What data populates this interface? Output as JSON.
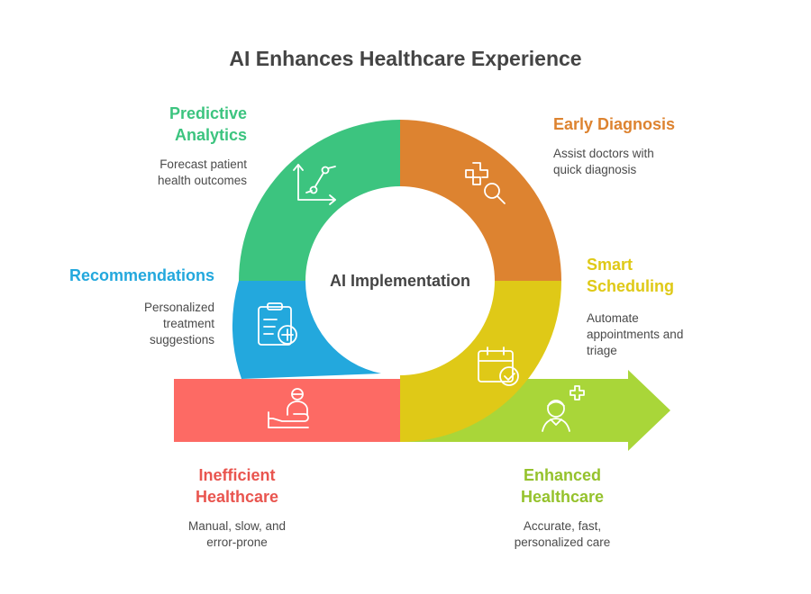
{
  "title": "AI Enhances Healthcare Experience",
  "center_label": "AI Implementation",
  "colors": {
    "predictive": "#3cc47f",
    "diagnosis": "#dd8330",
    "recommendations": "#23a8dd",
    "scheduling": "#dfc917",
    "inefficient": "#fd6a64",
    "enhanced": "#a9d639",
    "title": "#444444"
  },
  "segments": {
    "predictive": {
      "title": "Predictive\nAnalytics",
      "desc": "Forecast patient\nhealth outcomes",
      "icon": "chart-line-icon"
    },
    "diagnosis": {
      "title": "Early Diagnosis",
      "desc": "Assist doctors with\nquick diagnosis",
      "icon": "medical-search-icon"
    },
    "recommendations": {
      "title": "Recommendations",
      "desc": "Personalized\ntreatment\nsuggestions",
      "icon": "clipboard-plus-icon"
    },
    "scheduling": {
      "title": "Smart\nScheduling",
      "desc": "Automate\nappointments and\ntriage",
      "icon": "calendar-check-icon"
    },
    "inefficient": {
      "title": "Inefficient\nHealthcare",
      "desc": "Manual, slow, and\nerror-prone",
      "icon": "patient-bed-icon"
    },
    "enhanced": {
      "title": "Enhanced\nHealthcare",
      "desc": "Accurate, fast,\npersonalized care",
      "icon": "doctor-plus-icon"
    }
  }
}
